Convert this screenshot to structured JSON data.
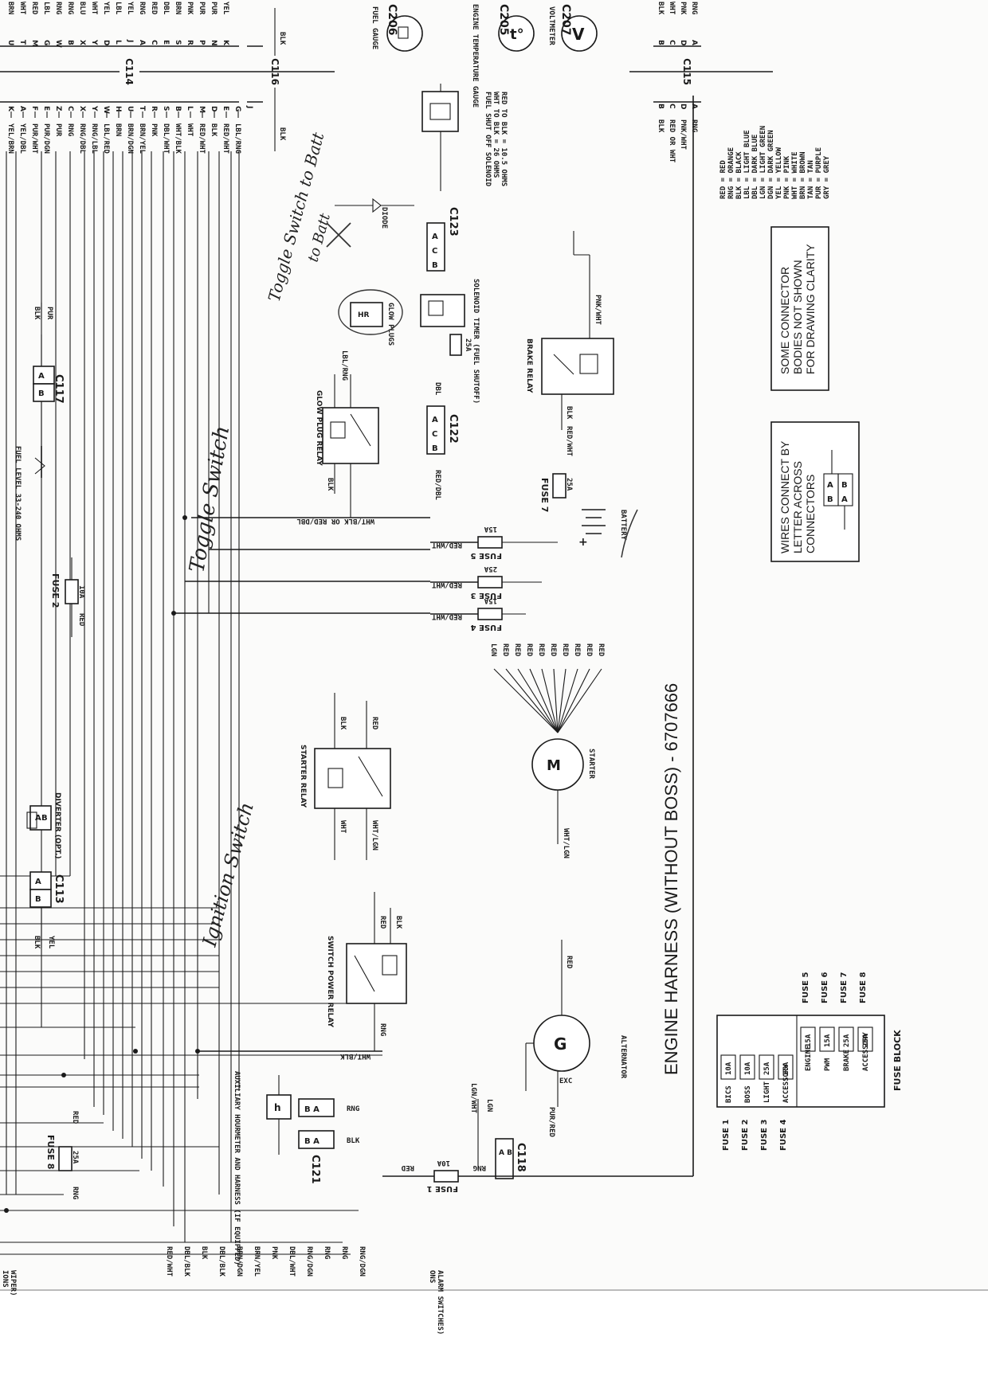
{
  "title": "ENGINE HARNESS (WITHOUT BOSS) - 6707666",
  "connectors": {
    "c113": "C113",
    "c114": "C114",
    "c115": "C115",
    "c116": "C116",
    "c117": "C117",
    "c118": "C118",
    "c121": "C121",
    "c122": "C122",
    "c123": "C123"
  },
  "gauges": {
    "fuel": "FUEL GAUGE",
    "temp": "ENGINE TEMPERATURE GAUGE",
    "volt": "VOLTMETER",
    "fuel_code": "C206",
    "temp_code": "C205",
    "volt_code": "C207"
  },
  "components": {
    "fuel_level": "FUEL LEVEL 33-240 OHMS",
    "diverter": "DIVERTER (OPT.)",
    "starter_relay": "STARTER RELAY",
    "switch_power_relay": "SWITCH POWER RELAY",
    "glow_plug_relay": "GLOW PLUG RELAY",
    "glow_plugs": "GLOW PLUGS",
    "diode": "DIODE",
    "solenoid_timer": "SOLENOID TIMER (FUEL SHUTOFF)",
    "brake_relay": "BRAKE RELAY",
    "battery": "BATTERY",
    "starter": "STARTER",
    "alternator": "ALTERNATOR",
    "hourmeter": "AUXILIARY HOURMETER AND HARNESS (IF EQUIPPED)",
    "fuel_solenoid": "FUEL SHUT OFF SOLENOID",
    "solenoid_ohms_1": "WHT TO BLK = 26 OHMS",
    "solenoid_ohms_2": "RED TO BLK = 10.5 OHMS",
    "exc": "EXC"
  },
  "fuses": {
    "fuse1": "FUSE 1",
    "fuse2": "FUSE 2",
    "fuse3": "FUSE 3",
    "fuse4": "FUSE 4",
    "fuse5": "FUSE 5",
    "fuse7": "FUSE 7",
    "fuse8": "FUSE 8",
    "a10": "10A",
    "a15": "15A",
    "a25": "25A"
  },
  "fuse_block": {
    "title": "FUSE BLOCK",
    "rows": [
      {
        "label": "FUSE 1",
        "name": "BICS",
        "amp": "10A"
      },
      {
        "label": "FUSE 2",
        "name": "BOSS",
        "amp": "10A"
      },
      {
        "label": "FUSE 3",
        "name": "LIGHT",
        "amp": "25A"
      },
      {
        "label": "FUSE 4",
        "name": "ACCESSORY",
        "amp": "25A"
      }
    ],
    "right": [
      {
        "label": "FUSE 5",
        "name": "ENGINE",
        "amp": "15A"
      },
      {
        "label": "FUSE 6",
        "name": "PWM",
        "amp": "15A"
      },
      {
        "label": "FUSE 7",
        "name": "BRAKE",
        "amp": "25A"
      },
      {
        "label": "FUSE 8",
        "name": "ACCESSORY",
        "amp": "25A"
      }
    ]
  },
  "legend": [
    "RED = RED",
    "RNG = ORANGE",
    "BLK = BLACK",
    "LBL = LIGHT BLUE",
    "DBL = DARK BLUE",
    "LGN = LIGHT GREEN",
    "DGN = DARK GREEN",
    "YEL = YELLOW",
    "PNK = PINK",
    "WHT = WHITE",
    "BRN = BROWN",
    "TAN = TAN",
    "PUR = PURPLE",
    "GRY = GREY"
  ],
  "notes": {
    "connector_note": "SOME CONNECTOR BODIES NOT SHOWN FOR DRAWING CLARITY",
    "letter_note": "WIRES CONNECT BY LETTER ACROSS CONNECTORS"
  },
  "c114_wires": [
    "YEL/BRN",
    "YEL/DBL",
    "PUR/WHT",
    "PUR/DGN",
    "PUR",
    "RNG",
    "RNG/DBL",
    "RNG/LBL",
    "LBL/RED",
    "BRN",
    "BRN/DGN",
    "BRN/YEL",
    "PNK",
    "DBL/WHT",
    "WHT/BLK",
    "WHT",
    "RED/WHT",
    "BLK",
    "RED/WHT",
    "LBL/RNG"
  ],
  "c114_pins": [
    "K",
    "A",
    "F",
    "E",
    "Z",
    "C",
    "X",
    "Y",
    "W",
    "H",
    "U",
    "T",
    "R",
    "S",
    "B",
    "L",
    "M",
    "D",
    "E",
    "G",
    "J"
  ],
  "c114_top_pins": [
    "U",
    "T",
    "M",
    "G",
    "W",
    "B",
    "X",
    "Y",
    "D",
    "L",
    "J",
    "A",
    "C",
    "E",
    "S",
    "R",
    "P",
    "N",
    "K"
  ],
  "c114_top_wires": [
    "BRN",
    "WHT",
    "RED",
    "LBL",
    "RNG",
    "RNG",
    "BLU",
    "WHT",
    "YEL",
    "LBL",
    "YEL",
    "RNG",
    "RED",
    "DBL",
    "BRN",
    "PNK",
    "PUR",
    "PUR",
    "YEL"
  ],
  "c115_pins": [
    "B",
    "C",
    "D",
    "A"
  ],
  "c115_wires": [
    "BLK",
    "RED OR WHT",
    "PNK/WHT",
    "RNG"
  ],
  "c115_top_wires": [
    "BLK",
    "WHT",
    "PNK",
    "RNG"
  ],
  "wire_labels": {
    "red": "RED",
    "blk": "BLK",
    "yel": "YEL",
    "rng": "RNG",
    "pur": "PUR",
    "wht": "WHT",
    "lgn": "LGN",
    "wht_lgn": "WHT/LGN",
    "wht_blk": "WHT/BLK",
    "red_wht": "RED/WHT",
    "lbl_rng": "LBL/RNG",
    "red_dbl": "RED/DBL",
    "dbl": "DBL",
    "pnk_wht": "PNK/WHT",
    "lgn_wht": "LGN/WHT",
    "pur_red": "PUR/RED",
    "wht_blk_or": "WHT/BLK OR RED/DBL"
  },
  "bottom_wires": [
    "RED/WHT",
    "DBL/BLK",
    "BLK",
    "DBL/BLK",
    "BRN/DGN",
    "BRN/YEL",
    "PNK",
    "DBL/WHT",
    "RNG/DGN",
    "RNG",
    "RNG",
    "RNG/DGN"
  ],
  "bottom_left_text": [
    "IONS",
    "WIPER)",
    "ONS",
    "ALARM SWITCHES)"
  ],
  "handwriting": {
    "h1": "Toggle Switch",
    "h2": "Ignition Switch",
    "h3": "Toggle Switch to Batt",
    "h4": "to Batt"
  }
}
